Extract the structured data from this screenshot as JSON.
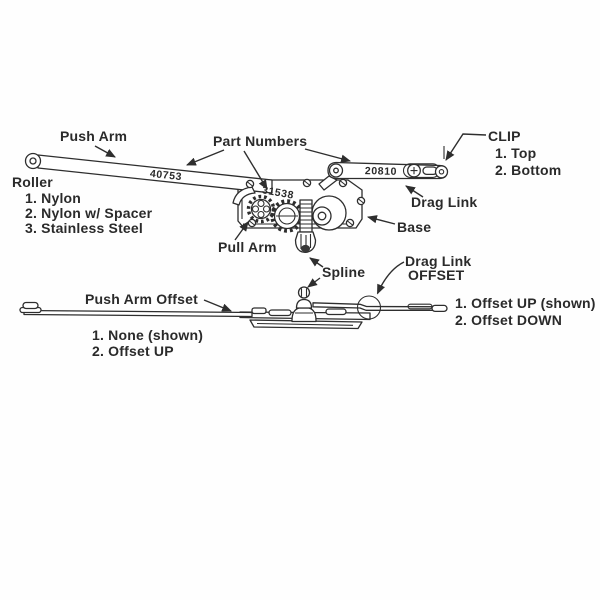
{
  "colors": {
    "ink": "#2e2e2e",
    "background": "#fefefe"
  },
  "top_view": {
    "labels": {
      "push_arm": "Push Arm",
      "part_numbers": "Part Numbers",
      "clip": "CLIP",
      "roller": "Roller",
      "pull_arm": "Pull Arm",
      "drag_link": "Drag Link",
      "base": "Base",
      "spline": "Spline"
    },
    "part_numbers": {
      "push_arm": "40753",
      "base": "31538",
      "drag_link": "20810"
    },
    "clip_options": [
      "1. Top",
      "2. Bottom"
    ],
    "roller_options": [
      "1. Nylon",
      "2. Nylon w/ Spacer",
      "3. Stainless Steel"
    ]
  },
  "bottom_view": {
    "labels": {
      "push_arm_offset": "Push Arm Offset",
      "drag_link_offset_line1": "Drag Link",
      "drag_link_offset_line2": "OFFSET"
    },
    "push_arm_offset_options": [
      "1. None (shown)",
      "2. Offset UP"
    ],
    "drag_link_offset_options": [
      "1. Offset UP (shown)",
      "2. Offset DOWN"
    ]
  }
}
